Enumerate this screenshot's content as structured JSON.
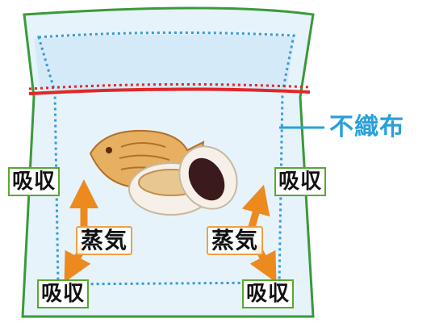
{
  "labels": {
    "nonwoven": "不織布",
    "absorb": "吸収",
    "steam": "蒸気"
  },
  "colors": {
    "bag_outline": "#3a9a3a",
    "inner_bag_dots": "#3a9ad8",
    "seal_line": "#e02828",
    "arrow": "#ec8a1e",
    "label_border": "#5aa830",
    "callout_text": "#2aa0d8",
    "bag_fill": "#e6f3fb",
    "taiyaki": "#e6b060",
    "bean_paste": "#3a1a1a"
  }
}
